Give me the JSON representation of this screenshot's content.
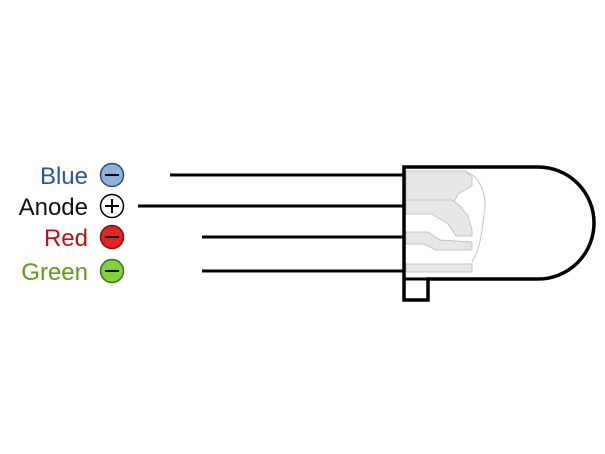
{
  "pins": [
    {
      "key": "blue",
      "label": "Blue",
      "polarity": "minus",
      "label_color": "#2b5797",
      "symbol_fill": "#8fb2dc",
      "symbol_stroke": "#2c4a70"
    },
    {
      "key": "anode",
      "label": "Anode",
      "polarity": "plus",
      "label_color": "#111111",
      "symbol_fill": "#ffffff",
      "symbol_stroke": "#000000"
    },
    {
      "key": "red",
      "label": "Red",
      "polarity": "minus",
      "label_color": "#b5121b",
      "symbol_fill": "#e02428",
      "symbol_stroke": "#7a1014"
    },
    {
      "key": "green",
      "label": "Green",
      "polarity": "minus",
      "label_color": "#5a9e1a",
      "symbol_fill": "#7fd23a",
      "symbol_stroke": "#3f6e16"
    }
  ],
  "colors": {
    "led_outline": "#000000",
    "lead_frame_fill": "#e6e6e6",
    "lead_frame_stroke": "#c4c4c4",
    "wire": "#000000"
  },
  "icons": {
    "minus_symbol": "circle-minus-icon",
    "plus_symbol": "circle-plus-icon"
  }
}
